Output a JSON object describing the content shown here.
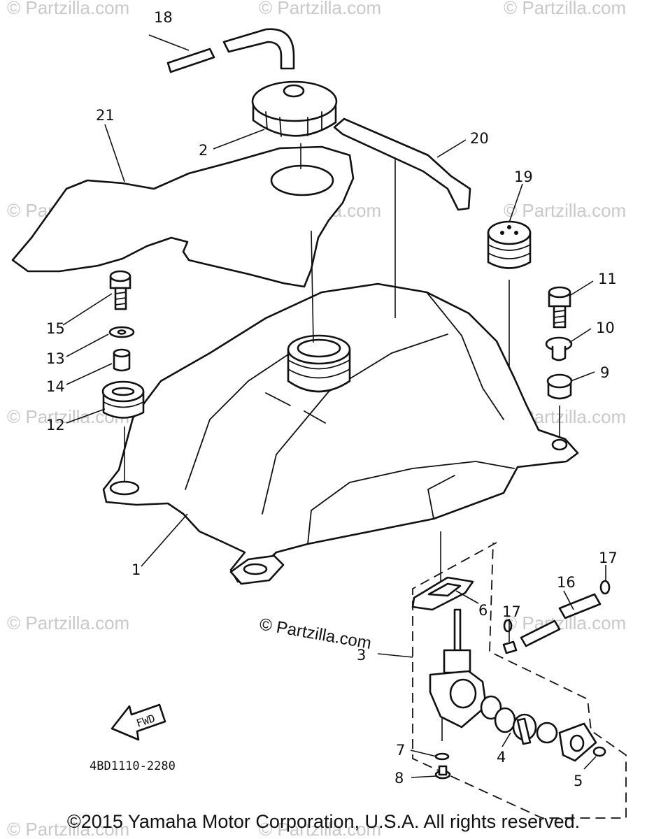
{
  "watermark": "© Partzilla.com",
  "center_watermark": "© Partzilla.com",
  "direction_label": "FWD",
  "drawing_ref": "4BD1110-2280",
  "copyright": "©2015 Yamaha Motor Corporation, U.S.A. All rights reserved.",
  "callouts": {
    "c1": "1",
    "c2": "2",
    "c3": "3",
    "c4": "4",
    "c5": "5",
    "c6": "6",
    "c7": "7",
    "c8": "8",
    "c9": "9",
    "c10": "10",
    "c11": "11",
    "c12": "12",
    "c13": "13",
    "c14": "14",
    "c15": "15",
    "c16": "16",
    "c17a": "17",
    "c17b": "17",
    "c18": "18",
    "c19": "19",
    "c20": "20",
    "c21": "21"
  }
}
